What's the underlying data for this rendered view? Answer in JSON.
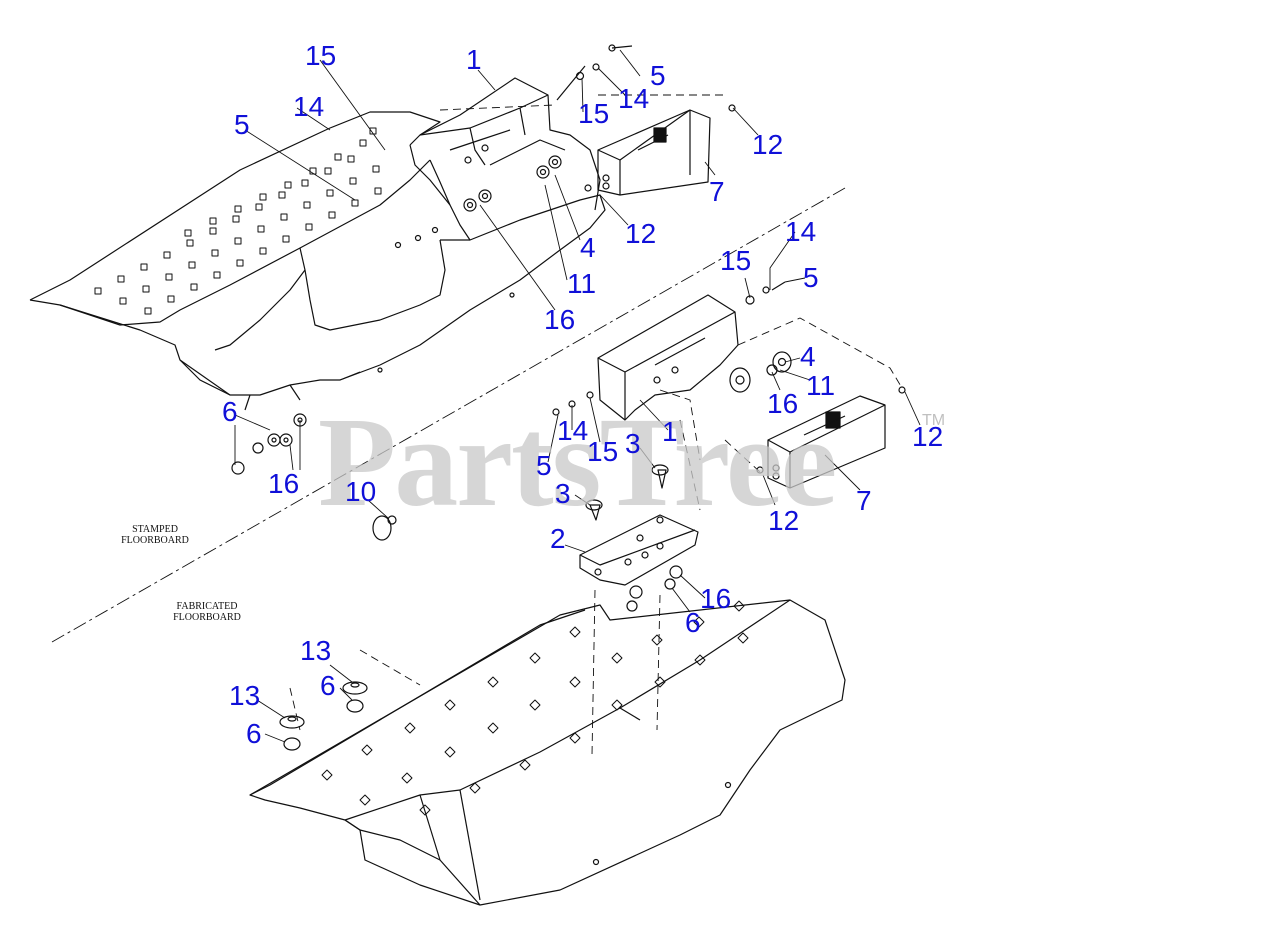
{
  "watermark": {
    "text": "PartsTree",
    "trademark": "TM"
  },
  "section_labels": {
    "stamped": [
      "STAMPED",
      "FLOORBOARD"
    ],
    "fabricated": [
      "FABRICATED",
      "FLOORBOARD"
    ]
  },
  "callouts": [
    "15",
    "1",
    "5",
    "14",
    "5",
    "14",
    "15",
    "12",
    "7",
    "12",
    "4",
    "11",
    "16",
    "15",
    "14",
    "5",
    "4",
    "11",
    "16",
    "12",
    "6",
    "16",
    "14",
    "15",
    "1",
    "3",
    "5",
    "3",
    "10",
    "12",
    "7",
    "2",
    "16",
    "6",
    "13",
    "6",
    "13",
    "6"
  ],
  "colors": {
    "callout": "#1010d8",
    "line": "#111111",
    "watermark": "#c9c9c9"
  }
}
